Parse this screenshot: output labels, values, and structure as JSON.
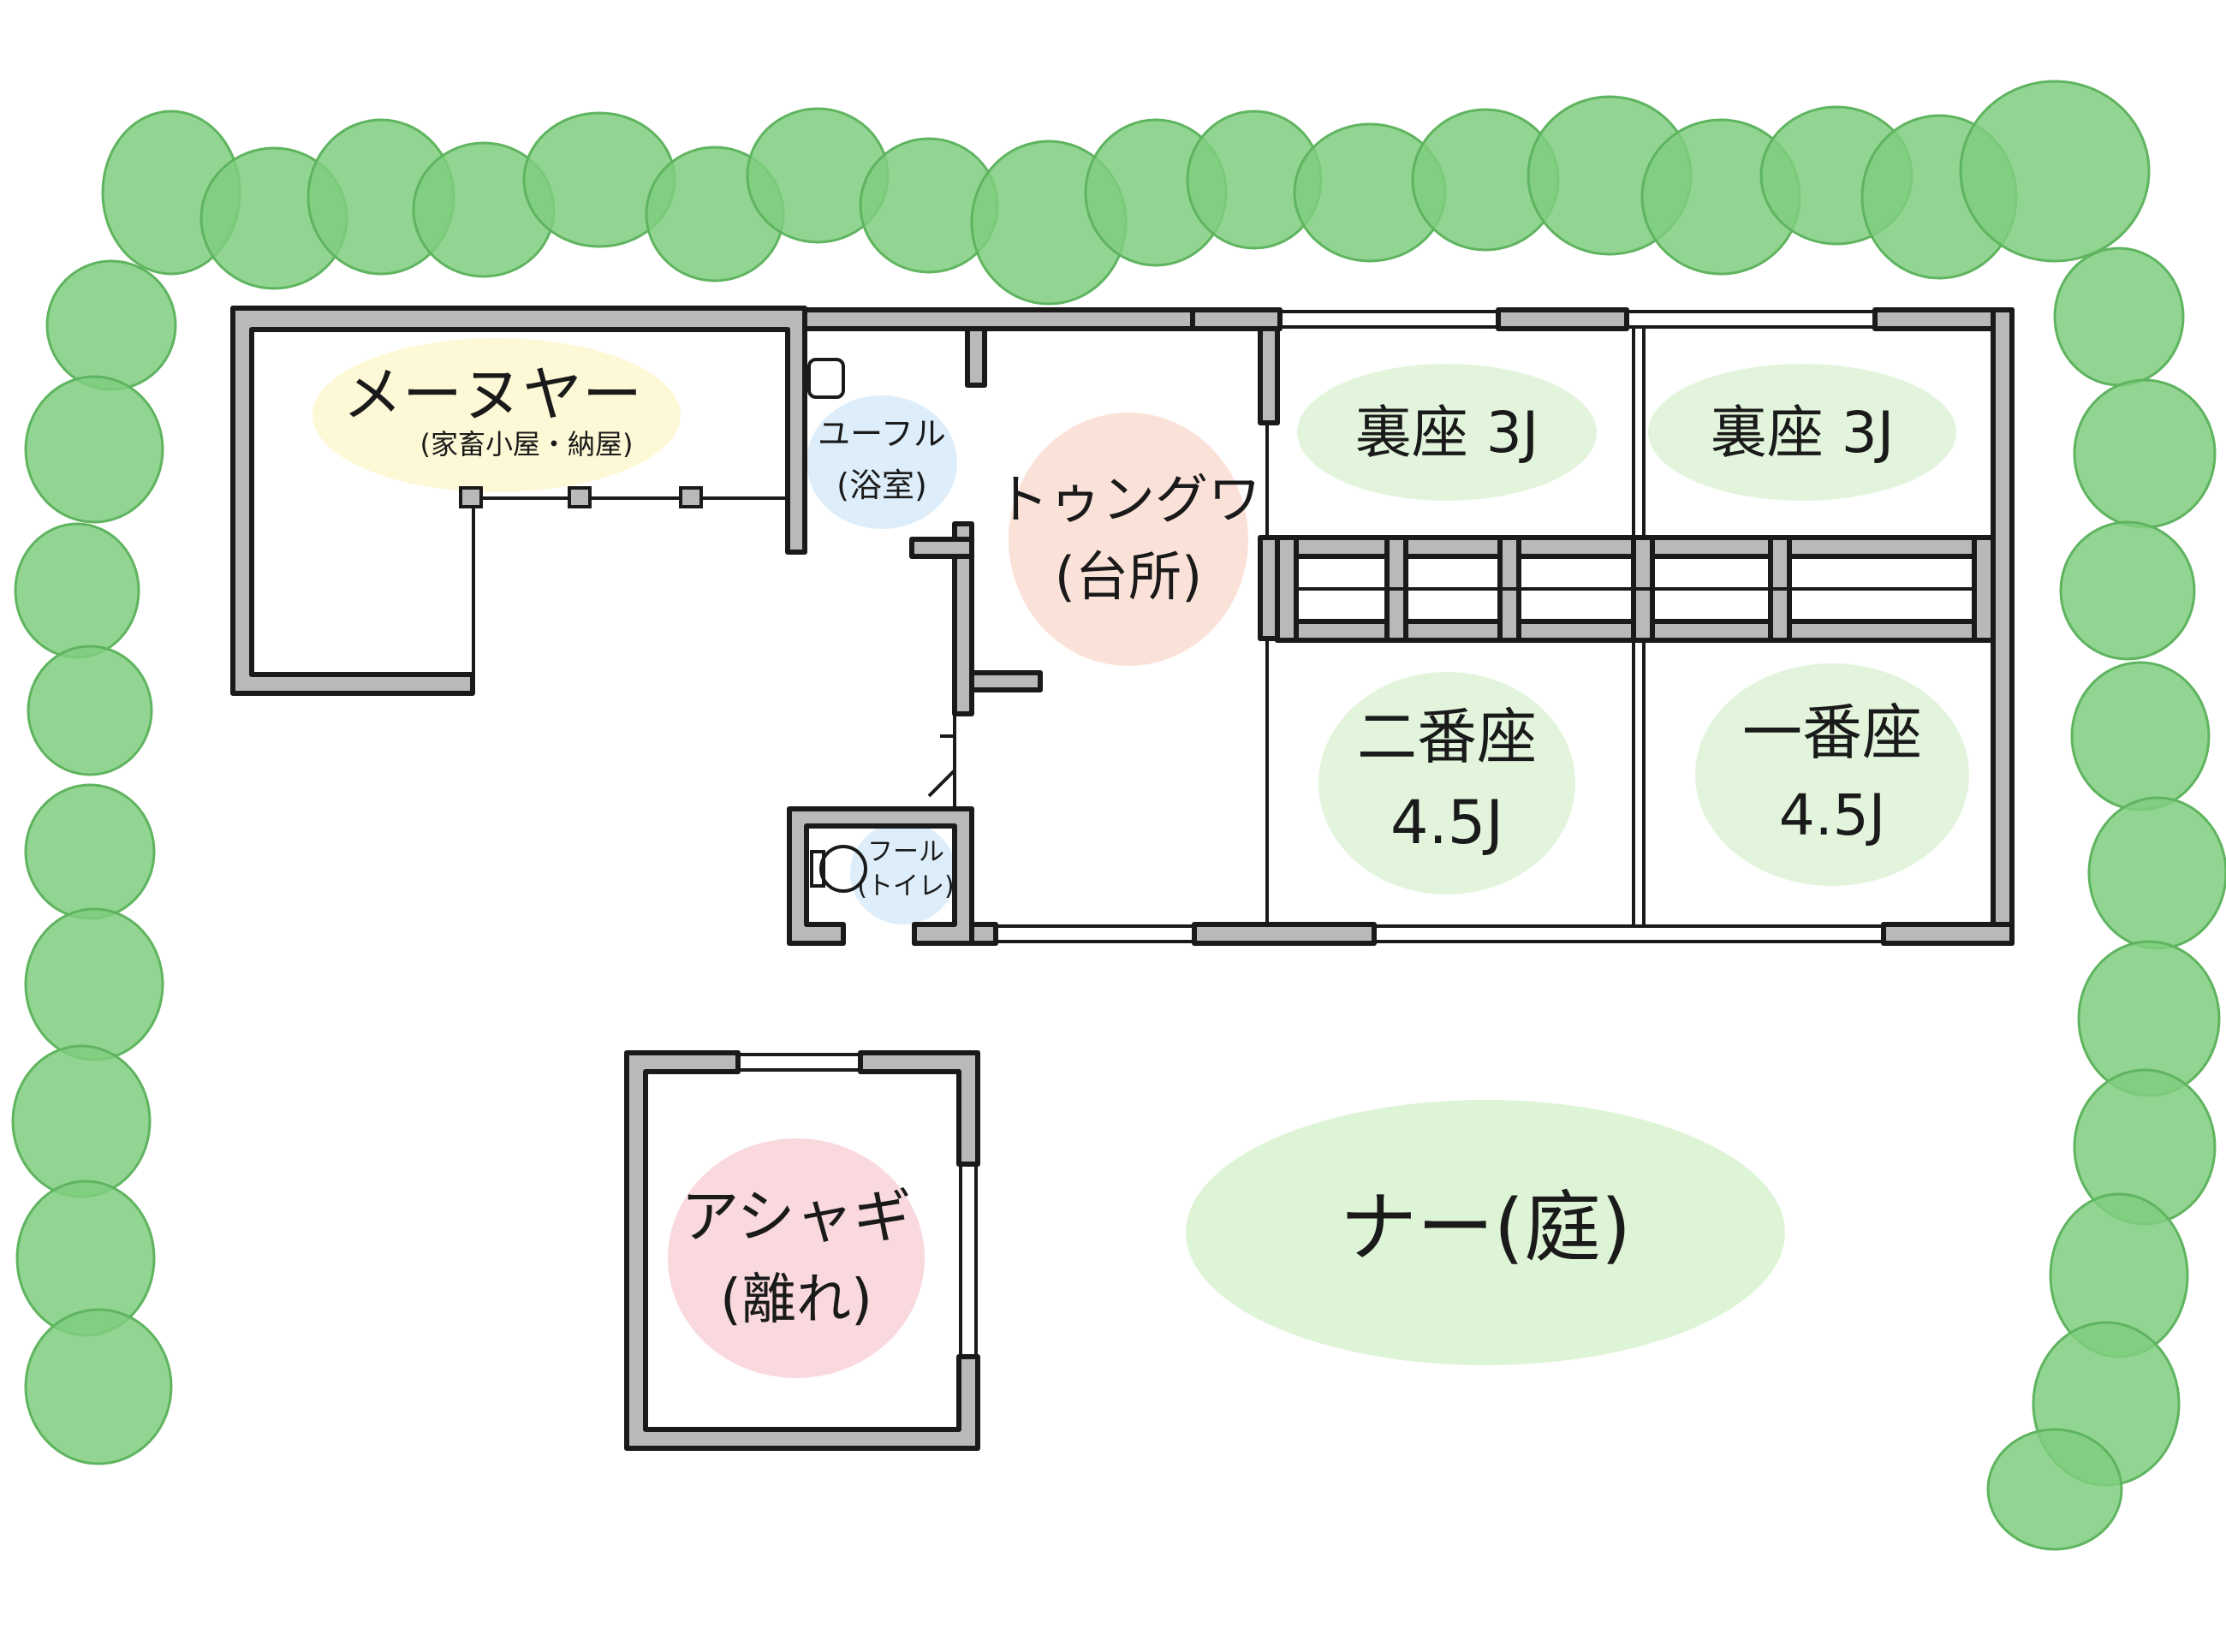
{
  "rooms": {
    "mainhouse_barn": {
      "name": "メーヌヤー",
      "sub": "(家畜小屋・納屋)"
    },
    "bath": {
      "name": "ユーフル",
      "sub": "(浴室)"
    },
    "kitchen": {
      "name": "トゥングワ",
      "sub": "(台所)"
    },
    "back_room_1": {
      "name": "裏座 3J"
    },
    "back_room_2": {
      "name": "裏座 3J"
    },
    "second_room": {
      "name": "二番座",
      "size": "4.5J"
    },
    "first_room": {
      "name": "一番座",
      "size": "4.5J"
    },
    "toilet": {
      "name": "フール",
      "sub": "(トイレ)"
    },
    "annex": {
      "name": "アシャギ",
      "sub": "(離れ)"
    },
    "garden": {
      "name": "ナー(庭)"
    }
  },
  "colors": {
    "tree": "#7fce7f",
    "tree_edge": "#5fb45f",
    "wall": "#b9b9b9",
    "outline": "#1a1a1a",
    "barn_bubble": "#fdf8d6",
    "bath_bubble": "#ddeefa",
    "kitchen_bubble": "#fbe2d8",
    "room_bubble": "#e2f5dc",
    "annex_bubble": "#f9d9de",
    "garden_bubble": "#def4d6"
  }
}
